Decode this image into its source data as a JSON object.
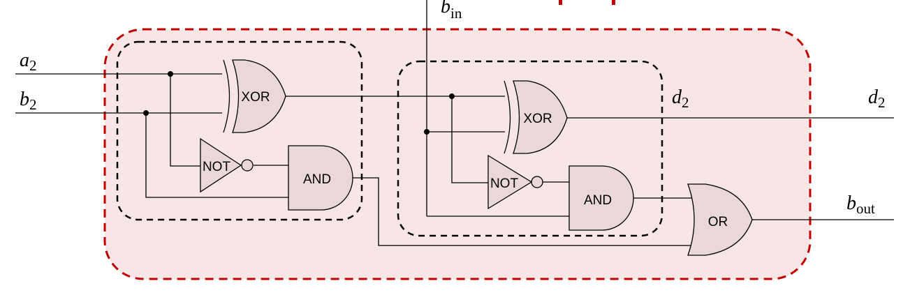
{
  "colors": {
    "outer_fill": "#f8e5e5",
    "outer_stroke": "#c00000",
    "gate_fill": "#ead8d8",
    "wire": "#000000",
    "inner_box_stroke": "#000000"
  },
  "signals": {
    "a2": {
      "base": "a",
      "sub": "2"
    },
    "b2": {
      "base": "b",
      "sub": "2"
    },
    "bin": {
      "base": "b",
      "sub": "in"
    },
    "d2_inner": {
      "base": "d",
      "sub": "2"
    },
    "d2_out": {
      "base": "d",
      "sub": "2"
    },
    "bout": {
      "base": "b",
      "sub": "out"
    }
  },
  "gates": {
    "xor1": "XOR",
    "not1": "NOT",
    "and1": "AND",
    "xor2": "XOR",
    "not2": "NOT",
    "and2": "AND",
    "or1": "OR"
  }
}
